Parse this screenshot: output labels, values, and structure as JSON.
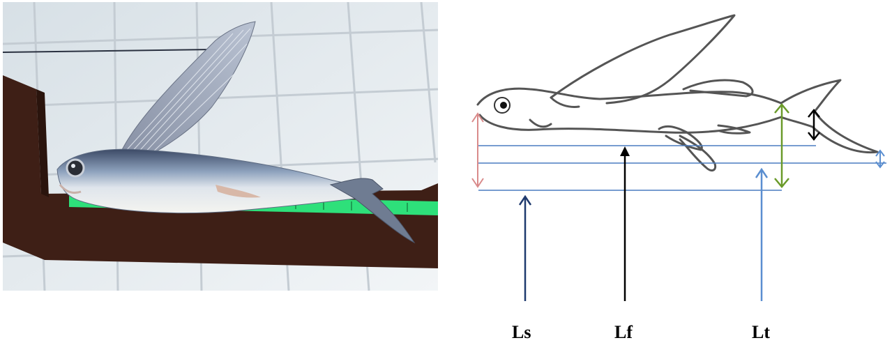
{
  "labels": {
    "standard_length": "Ls",
    "fork_length": "Lf",
    "total_length": "Lt"
  },
  "colors": {
    "ls_line": "#1f3a6e",
    "lf_line": "#000000",
    "lt_line": "#5a8ed0",
    "guide_line": "#4a7cc0",
    "head_arrow": "#d98a8a",
    "caudal_arrow": "#6a9a2a",
    "fork_arrow": "#000000",
    "tile_grout": "#e8ecef",
    "board": "#3e1f16",
    "tape": "#2ee07a"
  }
}
